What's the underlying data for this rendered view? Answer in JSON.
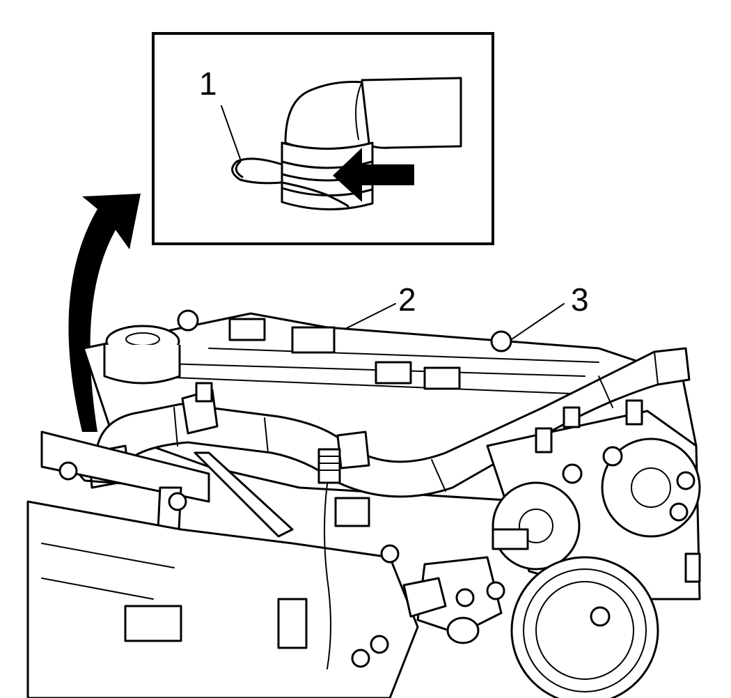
{
  "callouts": {
    "label_1": "1",
    "label_2": "2",
    "label_3": "3"
  },
  "icons": {
    "direction_arrow": "push-arrow-icon",
    "curved_arrow": "curved-arrow-icon"
  },
  "colors": {
    "ink": "#000000",
    "paper": "#ffffff"
  }
}
